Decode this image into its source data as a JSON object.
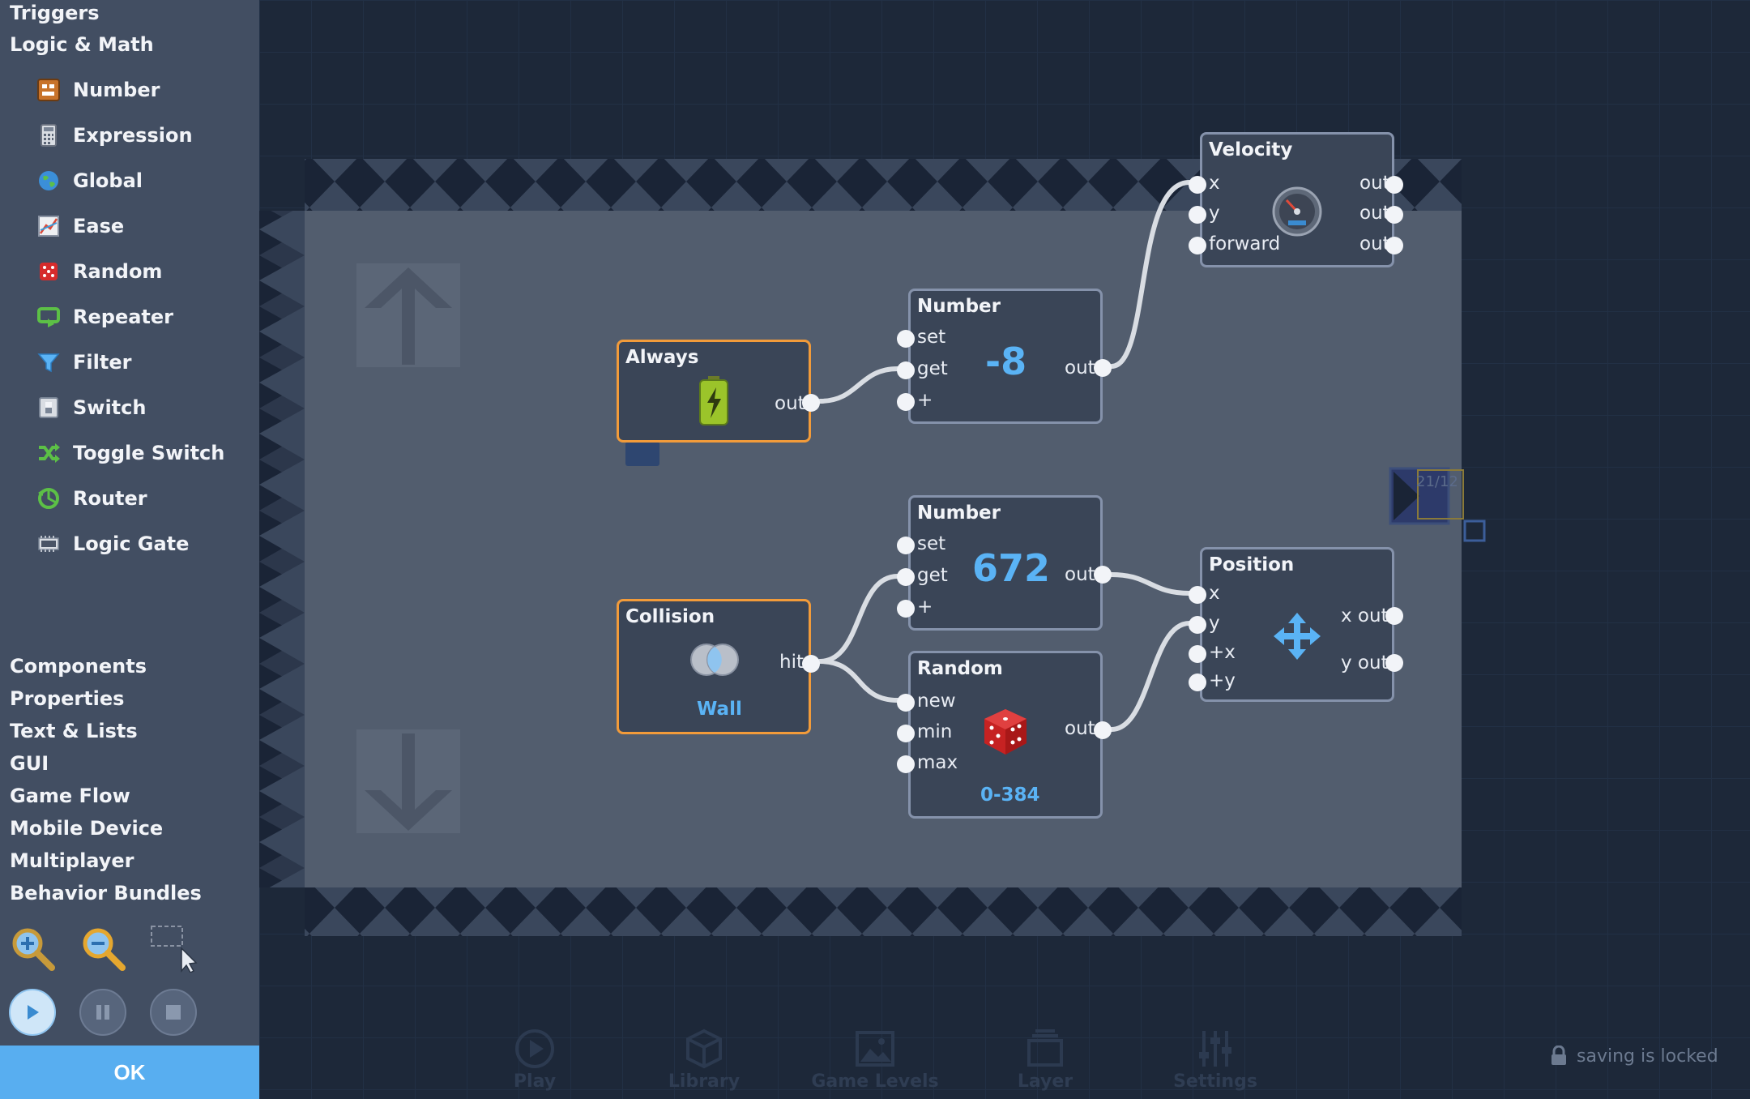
{
  "sidebar": {
    "categories_top": [
      "Triggers",
      "Logic & Math"
    ],
    "items": [
      {
        "label": "Number",
        "icon": "number-icon"
      },
      {
        "label": "Expression",
        "icon": "calculator-icon"
      },
      {
        "label": "Global",
        "icon": "globe-icon"
      },
      {
        "label": "Ease",
        "icon": "ease-graph-icon"
      },
      {
        "label": "Random",
        "icon": "dice-icon"
      },
      {
        "label": "Repeater",
        "icon": "repeat-icon"
      },
      {
        "label": "Filter",
        "icon": "funnel-icon"
      },
      {
        "label": "Switch",
        "icon": "switch-icon"
      },
      {
        "label": "Toggle Switch",
        "icon": "shuffle-icon"
      },
      {
        "label": "Router",
        "icon": "router-icon"
      },
      {
        "label": "Logic Gate",
        "icon": "logic-gate-icon"
      }
    ],
    "categories_bottom": [
      "Components",
      "Properties",
      "Text & Lists",
      "GUI",
      "Game Flow",
      "Mobile Device",
      "Multiplayer",
      "Behavior Bundles"
    ],
    "ok_label": "OK"
  },
  "nodes": {
    "always": {
      "title": "Always",
      "out": "out"
    },
    "number1": {
      "title": "Number",
      "set": "set",
      "get": "get",
      "plus": "+",
      "value": "-8",
      "out": "out"
    },
    "velocity": {
      "title": "Velocity",
      "x": "x",
      "y": "y",
      "forward": "forward",
      "out1": "out",
      "out2": "out",
      "out3": "out"
    },
    "collision": {
      "title": "Collision",
      "hit": "hit",
      "target": "Wall"
    },
    "number2": {
      "title": "Number",
      "set": "set",
      "get": "get",
      "plus": "+",
      "value": "672",
      "out": "out"
    },
    "random": {
      "title": "Random",
      "new": "new",
      "min": "min",
      "max": "max",
      "out": "out",
      "range": "0-384"
    },
    "position": {
      "title": "Position",
      "x": "x",
      "y": "y",
      "px": "+x",
      "py": "+y",
      "xout": "x out",
      "yout": "y out"
    }
  },
  "tile_label": "21/12",
  "bottom_nav": [
    "Play",
    "Library",
    "Game Levels",
    "Layer",
    "Settings"
  ],
  "status": {
    "saving": "saving is locked"
  },
  "colors": {
    "sidebar": "#424e62",
    "canvas": "#1d2839",
    "level": "#525d6e",
    "event_border": "#f29b3a",
    "node_border": "#8592ab",
    "accent": "#58aef0"
  }
}
